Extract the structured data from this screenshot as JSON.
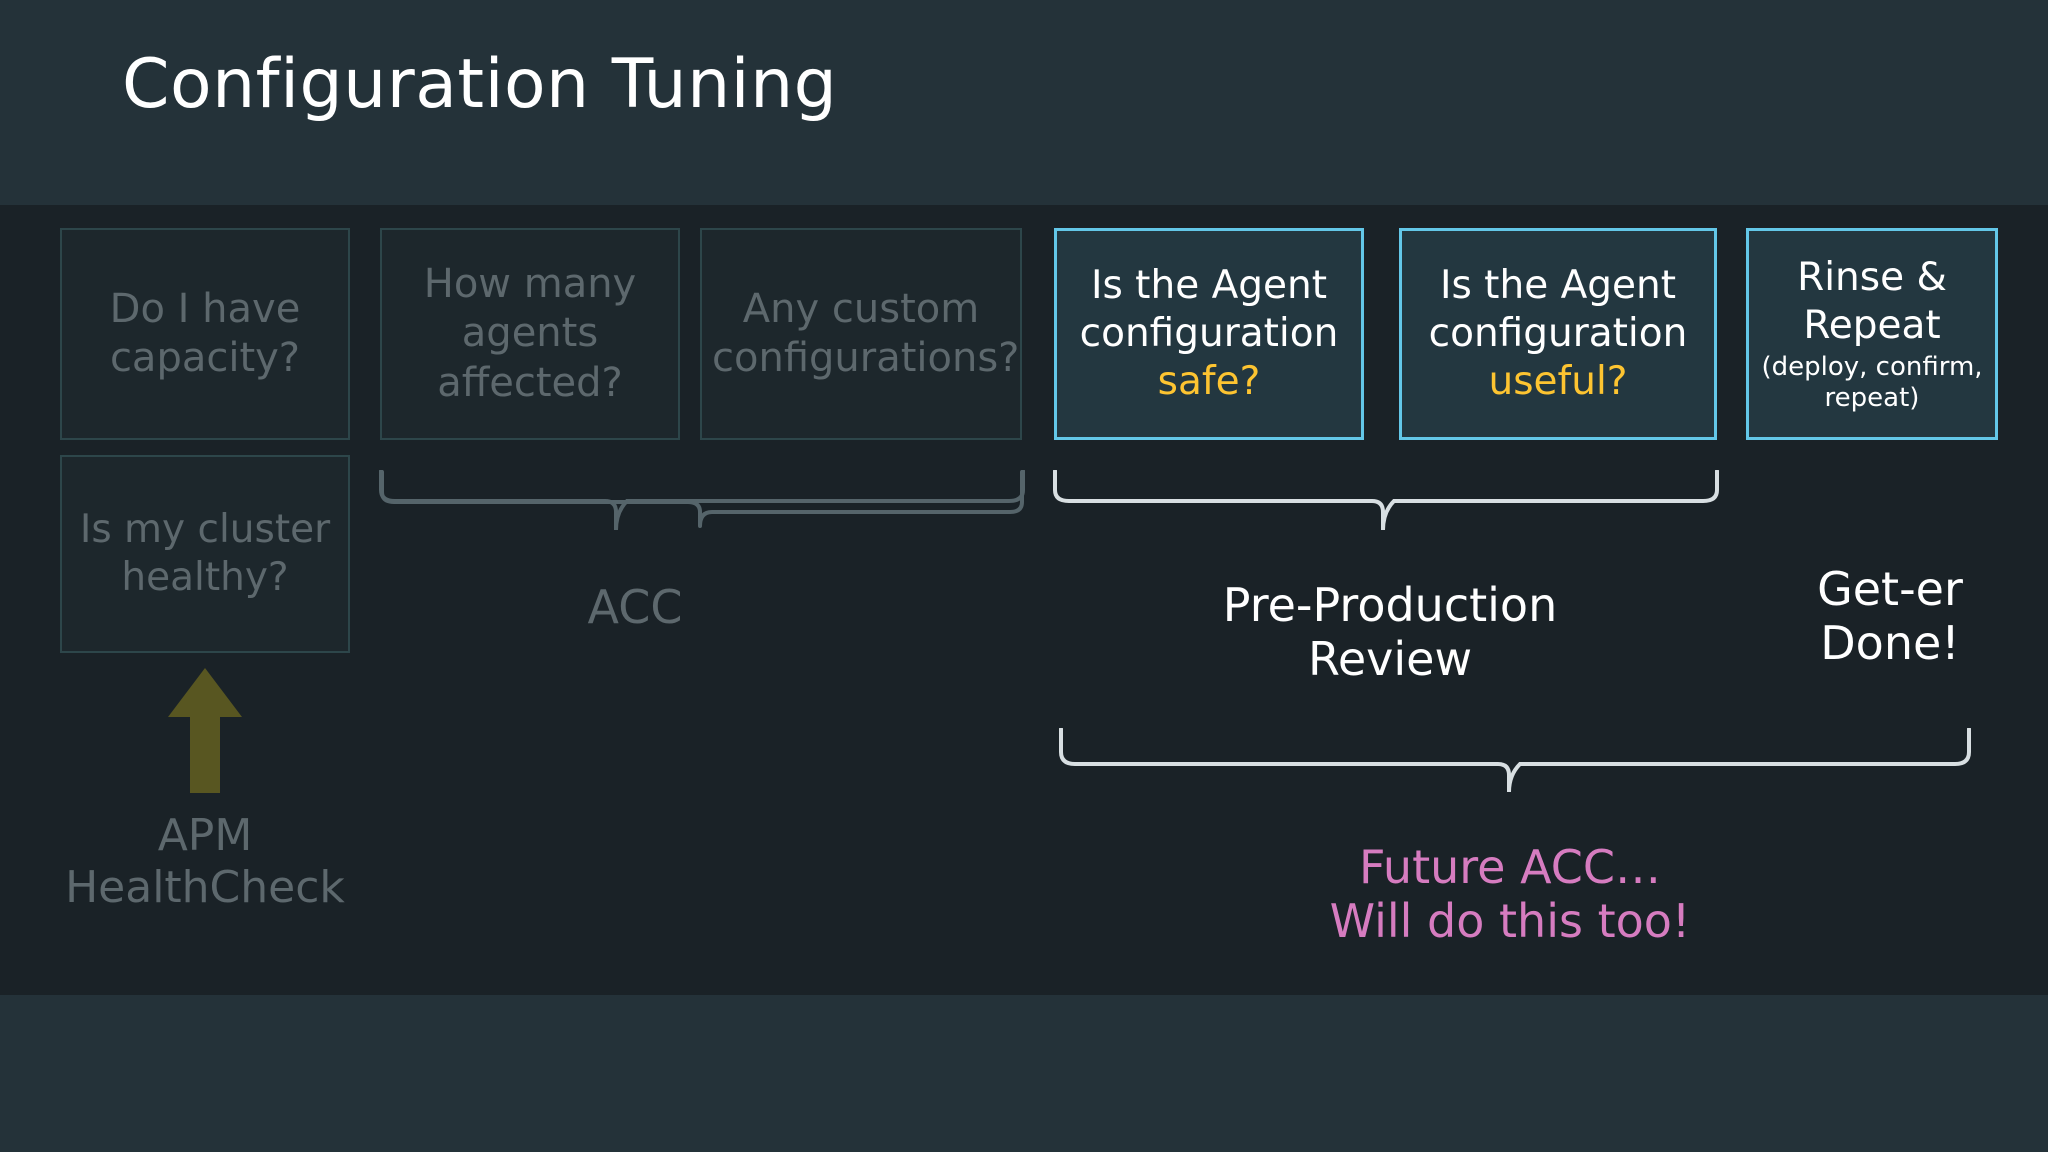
{
  "header": {
    "title": "Configuration Tuning"
  },
  "colors": {
    "header_bg": "#243239",
    "body_bg": "#1a2227",
    "dim_box_border": "#2d464a",
    "dim_box_bg": "#1d272c",
    "dim_text": "#5d686d",
    "hot_box_border": "#63c7e8",
    "hot_box_bg": "#233740",
    "hot_text": "#ffffff",
    "accent_yellow": "#fdc431",
    "accent_pink": "#d67cc0",
    "arrow_olive": "#585621",
    "bracket_dim": "#55646a",
    "bracket_bright": "#d8dfe2"
  },
  "boxes": [
    {
      "id": "do-i-have-capacity",
      "state": "dim",
      "line1": "Do I have",
      "line2": "capacity?",
      "line3": ""
    },
    {
      "id": "how-many-agents",
      "state": "dim",
      "line1": "How many",
      "line2": "agents",
      "line3": "affected?"
    },
    {
      "id": "any-custom-configs",
      "state": "dim",
      "line1": "Any custom",
      "line2": "configurations?",
      "line3": ""
    },
    {
      "id": "agent-config-safe",
      "state": "hot",
      "line1": "Is the Agent",
      "line2": "configuration",
      "line3": "safe?"
    },
    {
      "id": "agent-config-useful",
      "state": "hot",
      "line1": "Is the Agent",
      "line2": "configuration",
      "line3": "useful?"
    },
    {
      "id": "rinse-and-repeat",
      "state": "hot",
      "line1": "Rinse &",
      "line2": "Repeat",
      "line3": "(deploy, confirm, repeat)"
    },
    {
      "id": "is-my-cluster-healthy",
      "state": "dim",
      "line1": "Is my cluster",
      "line2": "healthy?",
      "line3": ""
    }
  ],
  "captions": {
    "acc": "ACC",
    "pre_production_review": "Pre-Production\nReview",
    "get_er_done": "Get-er\nDone!",
    "future_acc": "Future ACC…\nWill do this too!",
    "apm_healthcheck": "APM\nHealthCheck"
  },
  "icons": {
    "up_arrow": "arrow-up-icon"
  }
}
